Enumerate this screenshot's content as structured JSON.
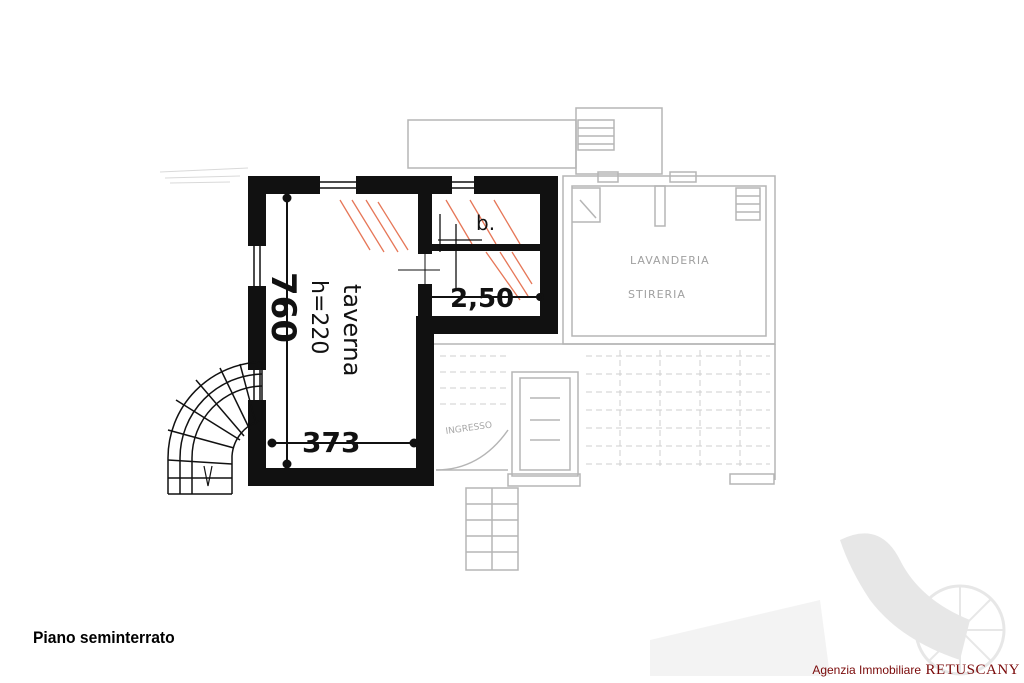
{
  "plan": {
    "rooms": {
      "taverna": "taverna",
      "height": "h=220",
      "bath": "b.",
      "lavanderia": "LAVANDERIA",
      "stireria": "STIRERIA",
      "ingresso": "INGRESSO"
    },
    "dimensions": {
      "length": "760",
      "width": "373",
      "small_room": "2,50"
    },
    "wall_color": "#111111",
    "faded_color": "#b5b5b5",
    "hatch_color": "#e0552e"
  },
  "caption": "Piano seminterrato",
  "watermark": {
    "prefix": "Agenzia Immobiliare",
    "brand": "RETUSCANY",
    "color": "#7a0a0a"
  }
}
